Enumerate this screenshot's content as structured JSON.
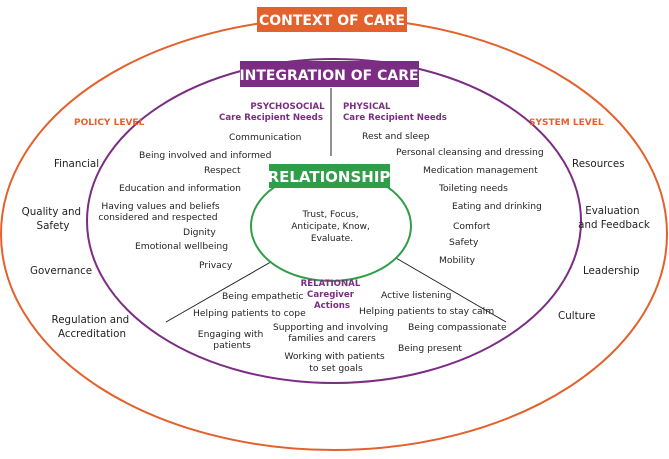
{
  "colors": {
    "context": "#e3612d",
    "integration": "#7b2c83",
    "relationship": "#2e9e48",
    "text": "#231f20"
  },
  "context_title": "CONTEXT OF CARE",
  "integration_title": "INTEGRATION OF CARE",
  "relationship_title": "RELATIONSHIP",
  "relationship_center": [
    "Trust, Focus,",
    "Anticipate, Know,",
    "Evaluate."
  ],
  "policy_level": {
    "heading": "POLICY LEVEL",
    "items": [
      "Financial",
      [
        "Quality and",
        "Safety"
      ],
      "Governance",
      [
        "Regulation and",
        "Accreditation"
      ]
    ]
  },
  "system_level": {
    "heading": "SYSTEM LEVEL",
    "items": [
      "Resources",
      [
        "Evaluation",
        "and Feedback"
      ],
      "Leadership",
      "Culture"
    ]
  },
  "psychosocial": {
    "heading": [
      "PSYCHOSOCIAL",
      "Care Recipient Needs"
    ],
    "items": [
      "Communication",
      "Being involved and informed",
      "Respect",
      "Education and information",
      [
        "Having values and beliefs",
        "considered and respected"
      ],
      "Dignity",
      "Emotional wellbeing",
      "Privacy"
    ]
  },
  "physical": {
    "heading": [
      "PHYSICAL",
      "Care Recipient Needs"
    ],
    "items": [
      "Rest and sleep",
      "Personal cleansing and dressing",
      "Medication management",
      "Toileting  needs",
      "Eating and drinking",
      "Comfort",
      "Safety",
      "Mobility"
    ]
  },
  "relational": {
    "heading": [
      "RELATIONAL",
      "Caregiver",
      "Actions"
    ],
    "items": [
      "Being empathetic",
      "Helping patients to cope",
      [
        "Engaging with",
        "patients"
      ],
      [
        "Supporting and involving",
        "families and carers"
      ],
      [
        "Working with patients",
        "to set goals"
      ],
      "Active listening",
      "Helping patients to stay calm",
      "Being compassionate",
      "Being present"
    ]
  }
}
